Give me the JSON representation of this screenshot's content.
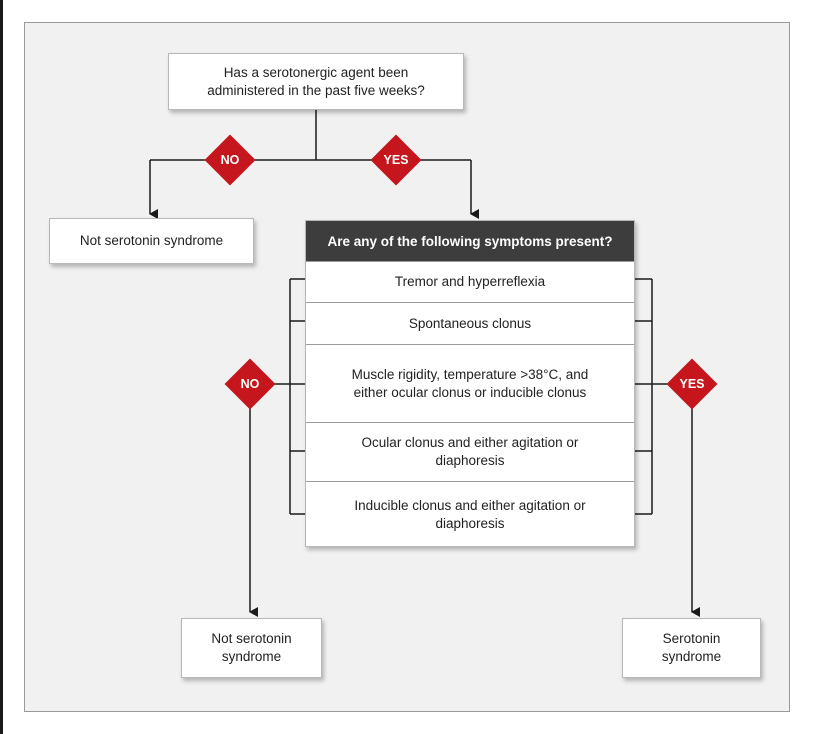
{
  "flowchart": {
    "question1": "Has a serotonergic agent been administered in the past five weeks?",
    "decision_no_top": "NO",
    "decision_yes_top": "YES",
    "outcome_top_no": "Not serotonin syndrome",
    "symptoms_header": "Are any of the following symptoms present?",
    "symptoms": [
      "Tremor and hyperreflexia",
      "Spontaneous clonus",
      "Muscle rigidity, temperature >38°C, and either ocular clonus or inducible clonus",
      "Ocular clonus and either agitation or diaphoresis",
      "Inducible clonus and either agitation or diaphoresis"
    ],
    "decision_no_left": "NO",
    "decision_yes_right": "YES",
    "outcome_bottom_no": "Not serotonin syndrome",
    "outcome_bottom_yes": "Serotonin syndrome"
  },
  "colors": {
    "decision_red": "#c4161c",
    "header_dark": "#3d3d3d",
    "background": "#f1f1f1"
  }
}
